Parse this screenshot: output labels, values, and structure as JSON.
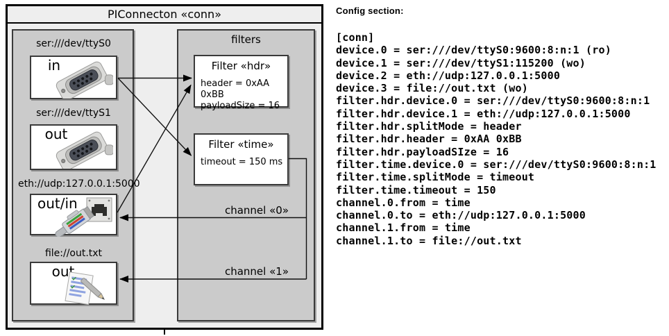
{
  "diagram": {
    "title": "PIConnecton «conn»",
    "filters_title": "filters",
    "devices": [
      {
        "url": "ser:///dev/ttyS0",
        "label": "in",
        "icon": "serial-connector-icon"
      },
      {
        "url": "ser:///dev/ttyS1",
        "label": "out",
        "icon": "serial-connector-icon"
      },
      {
        "url": "eth://udp:127.0.0.1:5000",
        "label": "out/in",
        "icon": "ethernet-connector-icon"
      },
      {
        "url": "file://out.txt",
        "label": "out",
        "icon": "text-file-icon"
      }
    ],
    "filters": [
      {
        "title": "Filter «hdr»",
        "properties": [
          "header = 0xAA 0xBB",
          "payloadSize = 16"
        ]
      },
      {
        "title": "Filter «time»",
        "properties": [
          "timeout = 150 ms"
        ]
      }
    ],
    "channels": [
      {
        "label": "channel «0»"
      },
      {
        "label": "channel «1»"
      }
    ],
    "colors": {
      "outer_fill": "#eeeeee",
      "column_fill": "#cbcbcb",
      "box_fill": "#ffffff",
      "border": "#3a3a3a",
      "outer_border": "#000000"
    }
  },
  "config": {
    "heading": "Config section:",
    "lines": [
      "[conn]",
      "device.0 = ser:///dev/ttyS0:9600:8:n:1 (ro)",
      "device.1 = ser:///dev/ttyS1:115200 (wo)",
      "device.2 = eth://udp:127.0.0.1:5000",
      "device.3 = file://out.txt (wo)",
      "filter.hdr.device.0 = ser:///dev/ttyS0:9600:8:n:1",
      "filter.hdr.device.1 = eth://udp:127.0.0.1:5000",
      "filter.hdr.splitMode = header",
      "filter.hdr.header = 0xAA 0xBB",
      "filter.hdr.payloadSIze = 16",
      "filter.time.device.0 = ser:///dev/ttyS0:9600:8:n:1",
      "filter.time.splitMode = timeout",
      "filter.time.timeout = 150",
      "channel.0.from = time",
      "channel.0.to = eth://udp:127.0.0.1:5000",
      "channel.1.from = time",
      "channel.1.to = file://out.txt"
    ]
  }
}
